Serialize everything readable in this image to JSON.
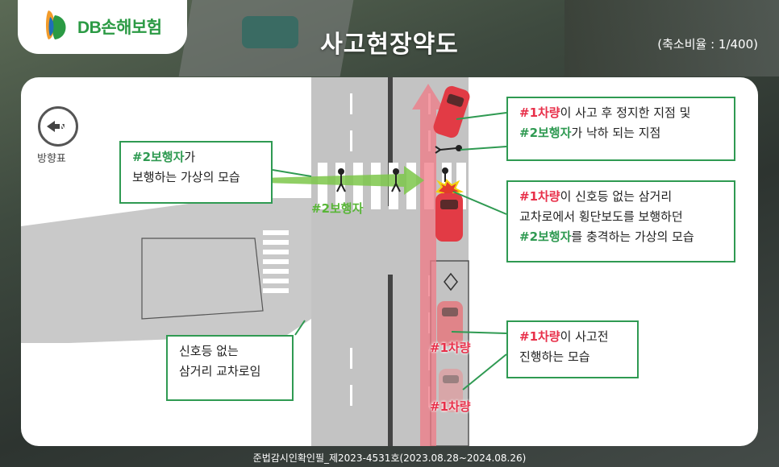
{
  "header": {
    "brand_name": "DB손해보험",
    "title": "사고현장약도",
    "scale": "(축소비율 : 1/400)"
  },
  "compass": {
    "label": "방향표",
    "icon": "north-arrow-icon"
  },
  "callouts": {
    "pedestrian_walking": {
      "line1_hl": "#2보행자",
      "line1_rest": "가",
      "line2": "보행하는 가상의 모습"
    },
    "car1_stop": {
      "line1_hl": "#1차량",
      "line1_rest": "이 사고 후 정지한 지점 및",
      "line2_hl": "#2보행자",
      "line2_rest": "가 낙하 되는 지점"
    },
    "car1_impact": {
      "line1_hl": "#1차량",
      "line1_rest": "이 신호등 없는 삼거리",
      "line2": "교차로에서 횡단보도를 보행하던",
      "line3_hl": "#2보행자",
      "line3_rest": "를 충격하는 가상의 모습"
    },
    "intersection": {
      "line1": "신호등 없는",
      "line2": "삼거리 교차로임"
    },
    "car1_before": {
      "line1_hl": "#1차량",
      "line1_rest": "이 사고전",
      "line2": "진행하는 모습"
    }
  },
  "map_labels": {
    "pedestrian_tag": "#2보행자",
    "car_tag_1": "#1차량",
    "car_tag_2": "#1차량"
  },
  "footer": {
    "notice": "준법감시인확인필_제2023-4531호(2023.08.28~2024.08.26)"
  },
  "colors": {
    "brand_green": "#2b9a44",
    "callout_border": "#2f9a52",
    "vehicle_red": "#e8304a",
    "arrow_green": "#58b637"
  }
}
